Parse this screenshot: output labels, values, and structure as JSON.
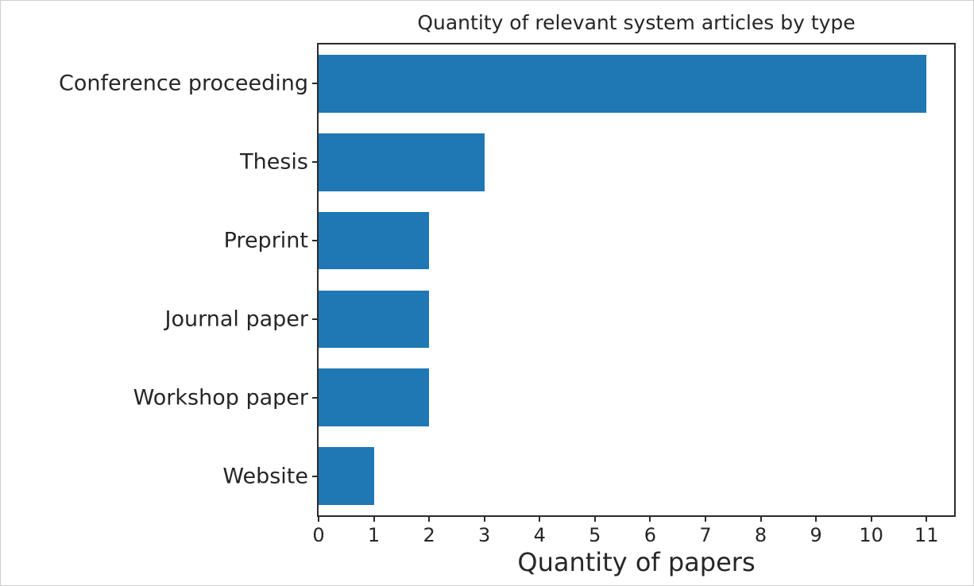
{
  "chart_data": {
    "type": "bar",
    "orientation": "horizontal",
    "title": "Quantity of relevant system articles by type",
    "xlabel": "Quantity of papers",
    "ylabel": "",
    "categories": [
      "Conference proceeding",
      "Thesis",
      "Preprint",
      "Journal paper",
      "Workshop paper",
      "Website"
    ],
    "values": [
      11,
      3,
      2,
      2,
      2,
      1
    ],
    "xlim": [
      0,
      11.5
    ],
    "xticks": [
      0,
      1,
      2,
      3,
      4,
      5,
      6,
      7,
      8,
      9,
      10,
      11
    ],
    "xtick_labels": [
      "0",
      "1",
      "2",
      "3",
      "4",
      "5",
      "6",
      "7",
      "8",
      "9",
      "10",
      "11"
    ],
    "grid": false,
    "legend": false,
    "bar_color": "#1f77b4",
    "axes_color": "#2b2b2b",
    "background": "#ffffff"
  }
}
